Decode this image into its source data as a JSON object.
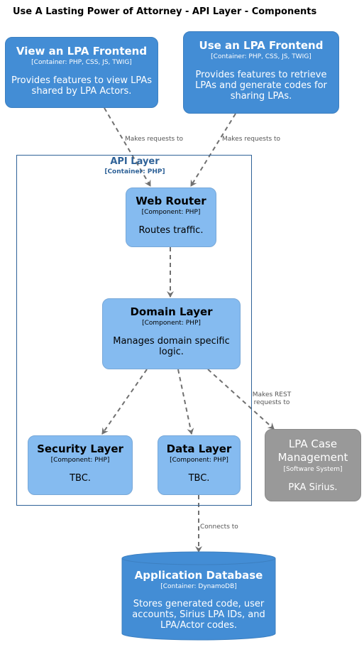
{
  "title": "Use A Lasting Power of Attorney - API Layer - Components",
  "boundary": {
    "name": "API Layer",
    "tech": "[Container: PHP]"
  },
  "nodes": {
    "view_frontend": {
      "name": "View an LPA Frontend",
      "tech": "[Container: PHP, CSS, JS, TWIG]",
      "desc": "Provides features to view LPAs shared by LPA Actors."
    },
    "use_frontend": {
      "name": "Use an LPA Frontend",
      "tech": "[Container: PHP, CSS, JS, TWIG]",
      "desc": "Provides features to retrieve LPAs and generate codes for sharing LPAs."
    },
    "web_router": {
      "name": "Web Router",
      "tech": "[Component: PHP]",
      "desc": "Routes traffic."
    },
    "domain_layer": {
      "name": "Domain Layer",
      "tech": "[Component: PHP]",
      "desc": "Manages domain specific logic."
    },
    "security_layer": {
      "name": "Security Layer",
      "tech": "[Component: PHP]",
      "desc": "TBC."
    },
    "data_layer": {
      "name": "Data Layer",
      "tech": "[Component: PHP]",
      "desc": "TBC."
    },
    "case_mgmt": {
      "name": "LPA Case Management",
      "tech": "[Software System]",
      "desc": "PKA Sirius."
    },
    "database": {
      "name": "Application Database",
      "tech": "[Container: DynamoDB]",
      "desc": "Stores generated code, user accounts, Sirius LPA IDs, and LPA/Actor codes."
    }
  },
  "edges": {
    "view_to_router": "Makes requests to",
    "use_to_router": "Makes requests to",
    "domain_to_case": "Makes REST requests to",
    "data_to_db": "Connects to"
  },
  "colors": {
    "container": "#438dd5",
    "component": "#85bbf0",
    "external_system": "#999999",
    "boundary": "#2f6298",
    "arrow": "#707070"
  }
}
